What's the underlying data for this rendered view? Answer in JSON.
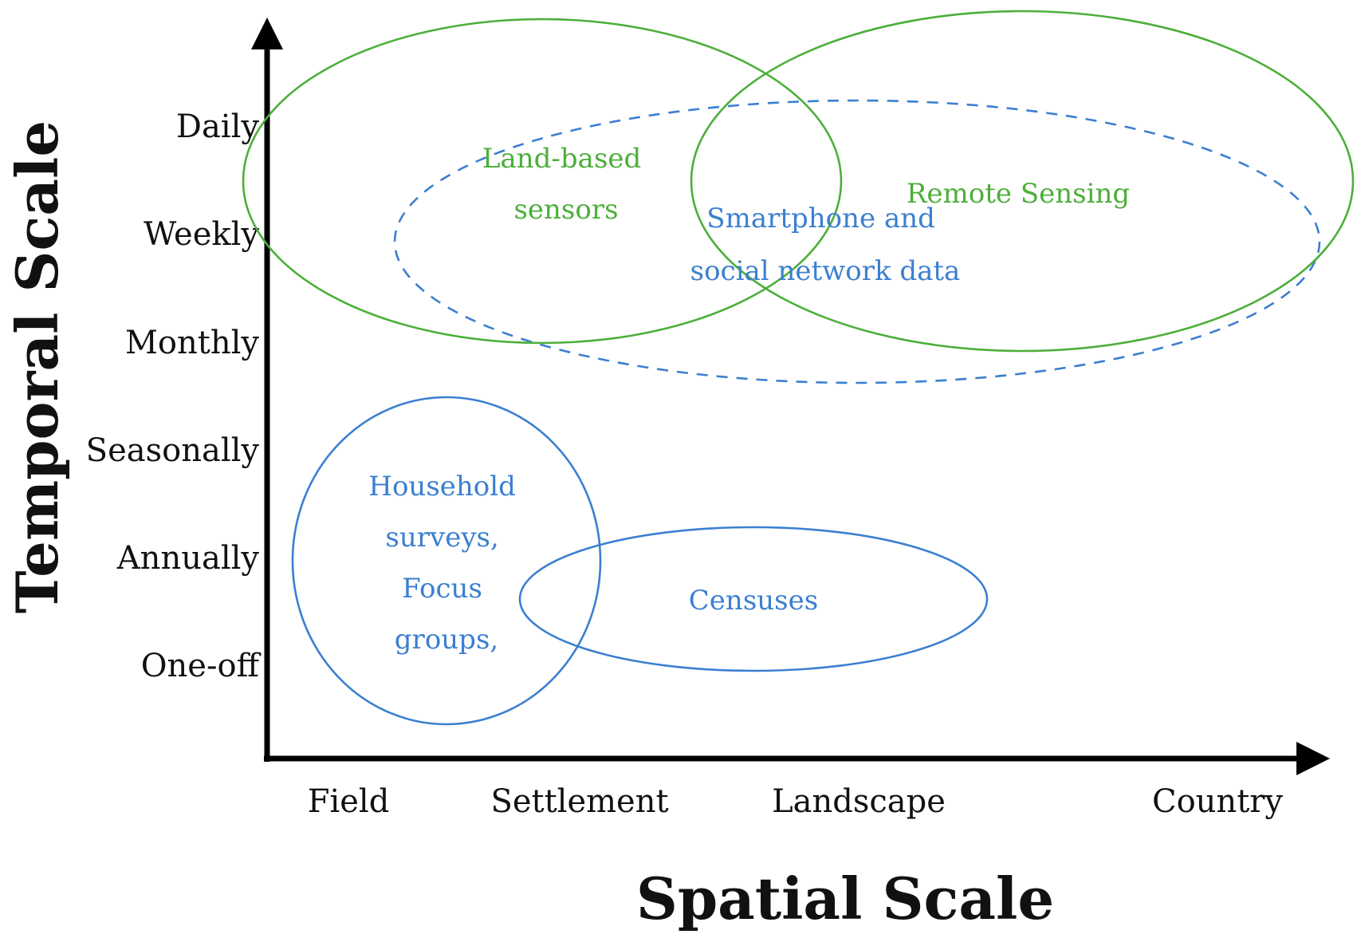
{
  "diagram": {
    "y_axis": {
      "title": "Temporal Scale",
      "ticks": [
        "Daily",
        "Weekly",
        "Monthly",
        "Seasonally",
        "Annually",
        "One-off"
      ]
    },
    "x_axis": {
      "title": "Spatial Scale",
      "ticks": [
        "Field",
        "Settlement",
        "Landscape",
        "Country"
      ]
    },
    "regions": [
      {
        "id": "land-based-sensors",
        "lines": [
          "Land-based",
          "sensors"
        ],
        "color": "#4caf3a",
        "style": "solid"
      },
      {
        "id": "remote-sensing",
        "lines": [
          "Remote Sensing"
        ],
        "color": "#4caf3a",
        "style": "solid"
      },
      {
        "id": "smartphone-social",
        "lines": [
          "Smartphone and",
          "social network data"
        ],
        "color": "#3b7fd1",
        "style": "dashed"
      },
      {
        "id": "household-surveys",
        "lines": [
          "Household",
          "surveys,",
          "Focus",
          "groups,"
        ],
        "color": "#3b7fd1",
        "style": "solid"
      },
      {
        "id": "censuses",
        "lines": [
          "Censuses"
        ],
        "color": "#3b7fd1",
        "style": "solid"
      }
    ]
  }
}
